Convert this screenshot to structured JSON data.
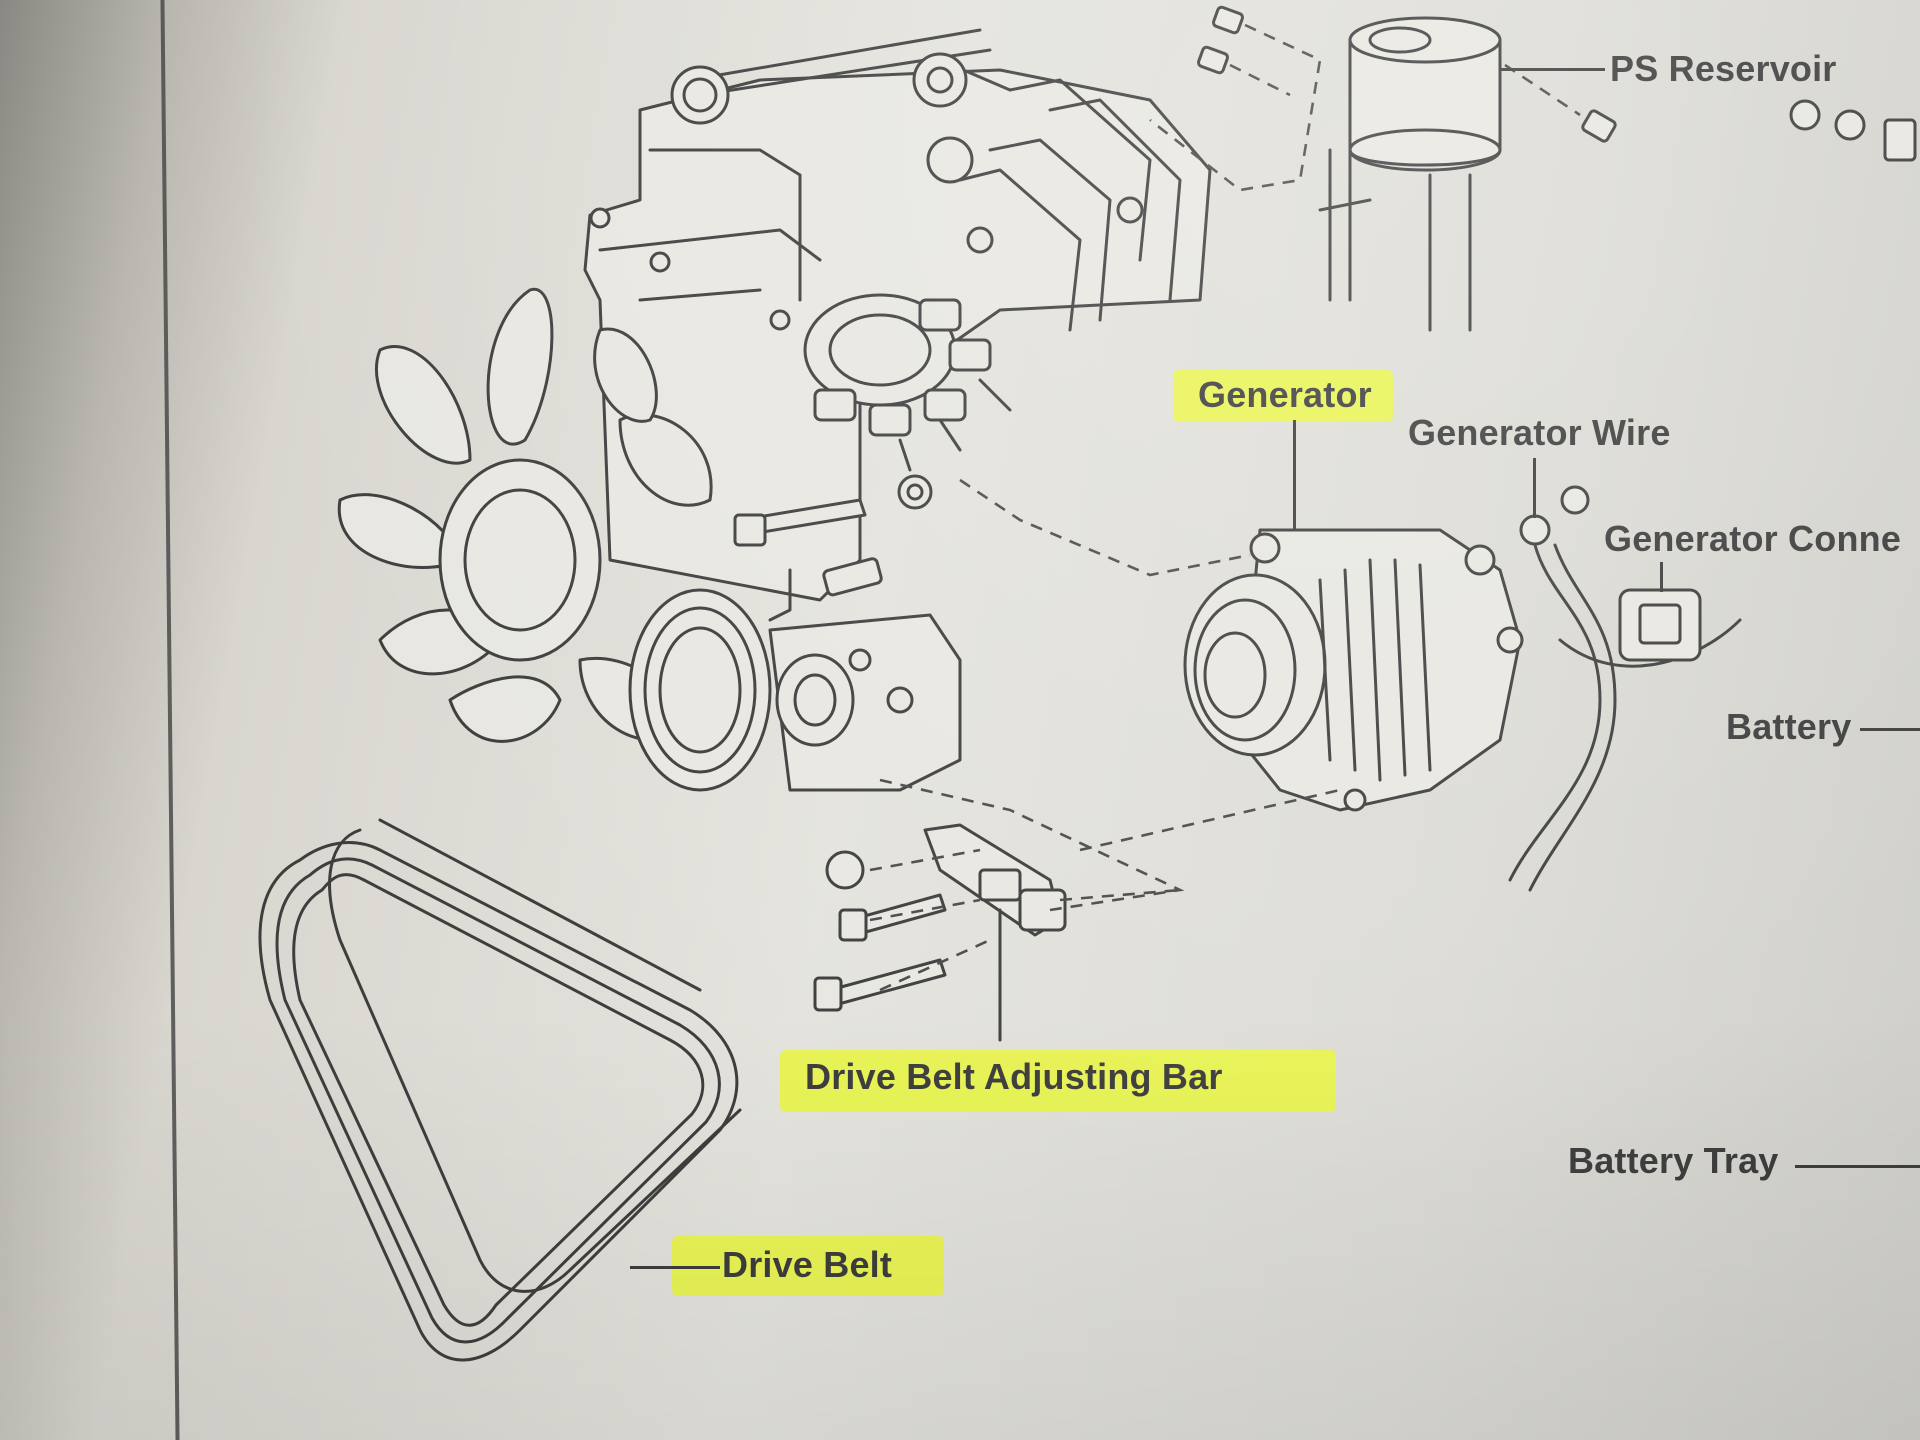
{
  "diagram": {
    "labels": {
      "ps_reservoir": "PS Reservoir",
      "generator": "Generator",
      "generator_wire": "Generator Wire",
      "generator_connector": "Generator Conne",
      "battery": "Battery",
      "drive_belt_adjusting_bar": "Drive Belt Adjusting Bar",
      "battery_tray": "Battery Tray",
      "drive_belt": "Drive Belt"
    },
    "highlighted_labels": [
      "Generator",
      "Drive Belt Adjusting Bar",
      "Drive Belt"
    ],
    "highlight_color": "#e9f54a",
    "components": [
      "engine-block",
      "cooling-fan",
      "water-pump",
      "distributor",
      "ps-reservoir",
      "generator",
      "generator-wire",
      "generator-connector",
      "adjusting-bar",
      "bolts",
      "drive-belt"
    ]
  }
}
